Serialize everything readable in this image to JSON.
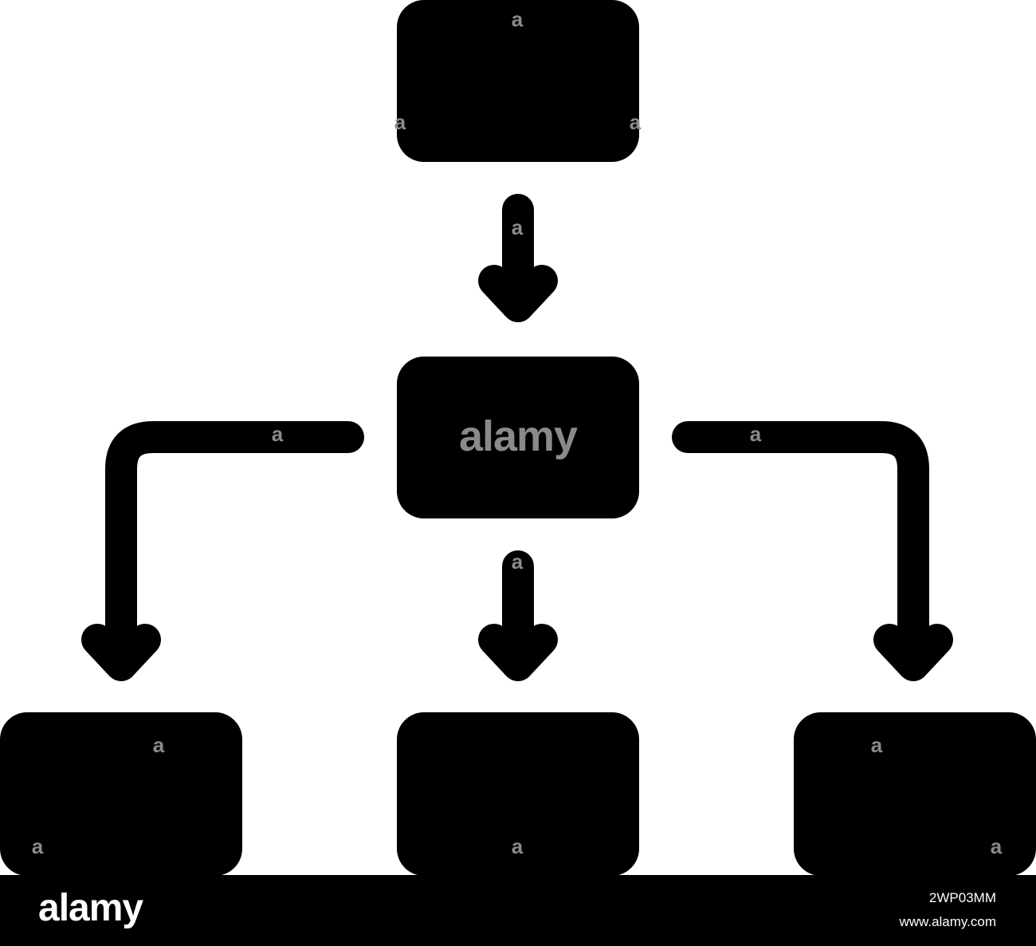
{
  "colors": {
    "shape_fill": "#000000",
    "background": "#ffffff",
    "watermark": "#8a8a8a",
    "footer_background": "#000000",
    "footer_text": "#ffffff"
  },
  "diagram": {
    "nodes": [
      {
        "id": "top",
        "label": ""
      },
      {
        "id": "middle",
        "label": ""
      },
      {
        "id": "bottom-left",
        "label": ""
      },
      {
        "id": "bottom-center",
        "label": ""
      },
      {
        "id": "bottom-right",
        "label": ""
      }
    ],
    "edges": [
      {
        "from": "top",
        "to": "middle"
      },
      {
        "from": "middle",
        "to": "bottom-left"
      },
      {
        "from": "middle",
        "to": "bottom-center"
      },
      {
        "from": "middle",
        "to": "bottom-right"
      }
    ]
  },
  "watermark": {
    "center_text": "alamy",
    "small_mark": "a"
  },
  "footer": {
    "logo_text": "alamy",
    "image_id": "2WP03MM",
    "site": "www.alamy.com"
  }
}
